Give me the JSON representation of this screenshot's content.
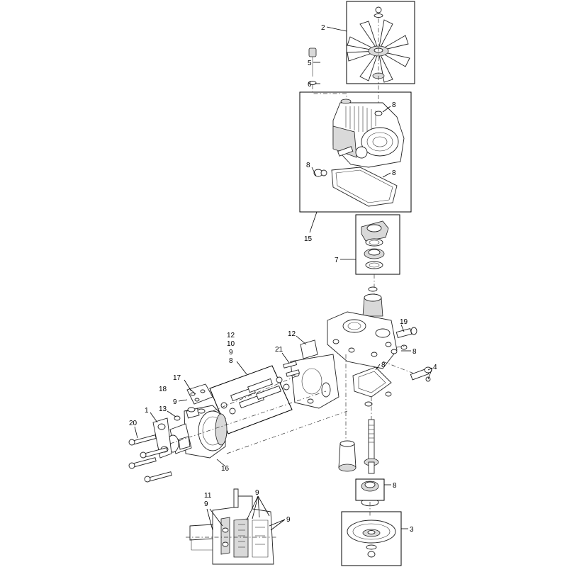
{
  "callouts": {
    "c1": "1",
    "c2": "2",
    "c3": "3",
    "c4": "4",
    "c5": "5",
    "c6": "6",
    "c7": "7",
    "c8a": "8",
    "c8b": "8",
    "c8c": "8",
    "c8d": "8",
    "c8e": "8",
    "c8f": "8",
    "c8g": "8",
    "c9a": "9",
    "c9b": "9",
    "c9c": "9",
    "c9d": "9",
    "c9e": "9",
    "c10": "10",
    "c11": "11",
    "c12a": "12",
    "c12b": "12",
    "c13": "13",
    "c15": "15",
    "c16": "16",
    "c17": "17",
    "c18": "18",
    "c19": "19",
    "c20": "20",
    "c21": "21"
  }
}
